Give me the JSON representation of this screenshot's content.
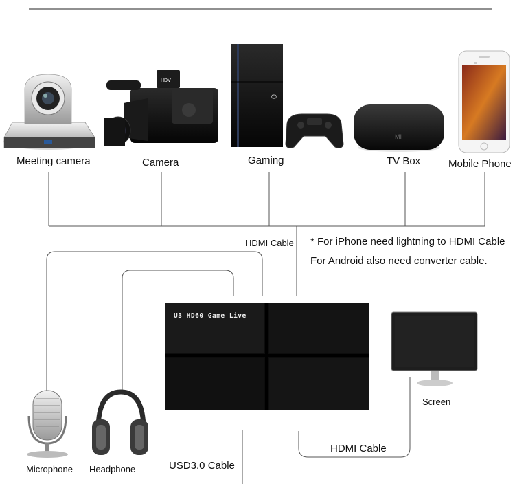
{
  "sources": [
    {
      "id": "meeting-camera",
      "label": "Meeting camera",
      "icon": "ptz-camera-icon"
    },
    {
      "id": "camera",
      "label": "Camera",
      "icon": "camcorder-icon"
    },
    {
      "id": "gaming",
      "label": "Gaming",
      "icon": "game-console-icon"
    },
    {
      "id": "tv-box",
      "label": "TV Box",
      "icon": "tv-box-icon"
    },
    {
      "id": "mobile-phone",
      "label": "Mobile Phone",
      "icon": "smartphone-icon"
    }
  ],
  "device": {
    "label": "U3 HD60 Game Live"
  },
  "cables": {
    "hdmi_in": "HDMI Cable",
    "hdmi_out": "HDMI Cable",
    "usb": "USD3.0 Cable"
  },
  "notes": {
    "line1": "* For iPhone need lightning to HDMI Cable",
    "line2": "For Android also need converter cable."
  },
  "outputs": {
    "microphone": "Microphone",
    "headphone": "Headphone",
    "screen": "Screen"
  },
  "brand": {
    "tv_box": "MI",
    "camcorder": "HDV"
  }
}
